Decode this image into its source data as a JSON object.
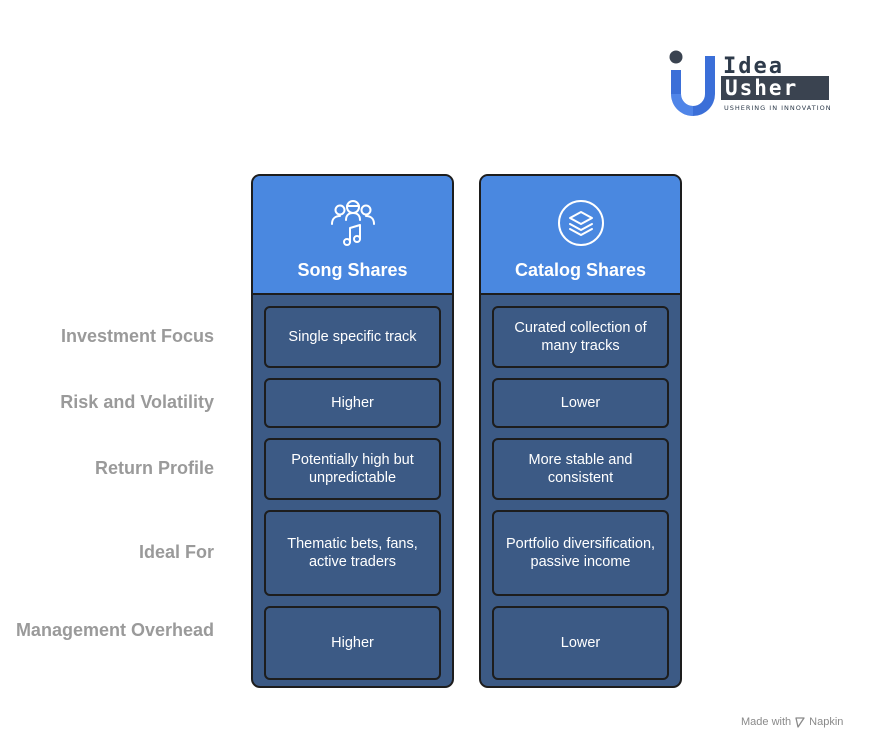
{
  "brand": {
    "name_line1": "Idea",
    "name_line2": "Usher",
    "tagline": "USHERING IN INNOVATION"
  },
  "rows": [
    "Investment Focus",
    "Risk and Volatility",
    "Return Profile",
    "Ideal For",
    "Management Overhead"
  ],
  "columns": [
    {
      "title": "Song Shares",
      "icon": "people-music-icon",
      "cells": [
        "Single specific track",
        "Higher",
        "Potentially high but unpredictable",
        "Thematic bets, fans, active traders",
        "Higher"
      ]
    },
    {
      "title": "Catalog Shares",
      "icon": "stacked-layers-icon",
      "cells": [
        "Curated collection of many tracks",
        "Lower",
        "More stable and consistent",
        "Portfolio diversification, passive income",
        "Lower"
      ]
    }
  ],
  "footer": {
    "made_with": "Made with",
    "tool": "Napkin"
  },
  "colors": {
    "header_blue": "#4a88e0",
    "body_navy": "#3c5a85",
    "label_gray": "#9a9a9a"
  }
}
